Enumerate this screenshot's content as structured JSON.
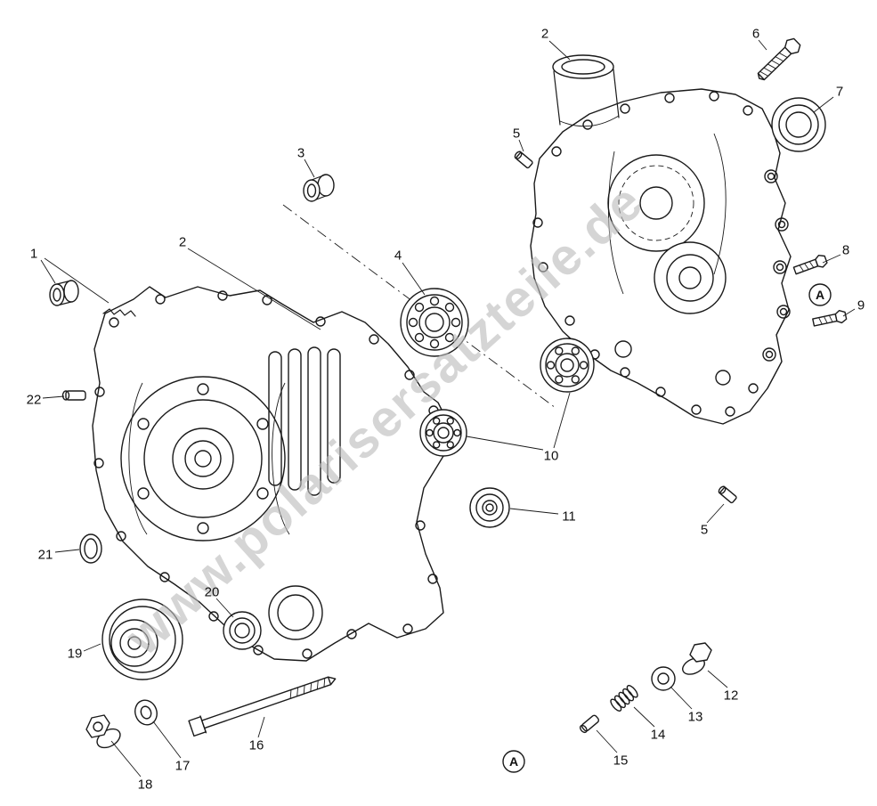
{
  "diagram": {
    "ink_color": "#1a1a1a",
    "background_color": "#ffffff"
  },
  "watermark": {
    "text": "www.polarisersatzteile.de",
    "color": "#bcbcbc"
  },
  "callouts": [
    {
      "label": "1"
    },
    {
      "label": "2"
    },
    {
      "label": "3"
    },
    {
      "label": "4"
    },
    {
      "label": "2"
    },
    {
      "label": "5"
    },
    {
      "label": "6"
    },
    {
      "label": "7"
    },
    {
      "label": "8"
    },
    {
      "label": "9"
    },
    {
      "label": "10"
    },
    {
      "label": "11"
    },
    {
      "label": "5"
    },
    {
      "label": "12"
    },
    {
      "label": "13"
    },
    {
      "label": "14"
    },
    {
      "label": "15"
    },
    {
      "label": "16"
    },
    {
      "label": "17"
    },
    {
      "label": "18"
    },
    {
      "label": "19"
    },
    {
      "label": "20"
    },
    {
      "label": "21"
    },
    {
      "label": "22"
    }
  ],
  "ref_markers": [
    {
      "label": "A"
    },
    {
      "label": "A"
    }
  ]
}
